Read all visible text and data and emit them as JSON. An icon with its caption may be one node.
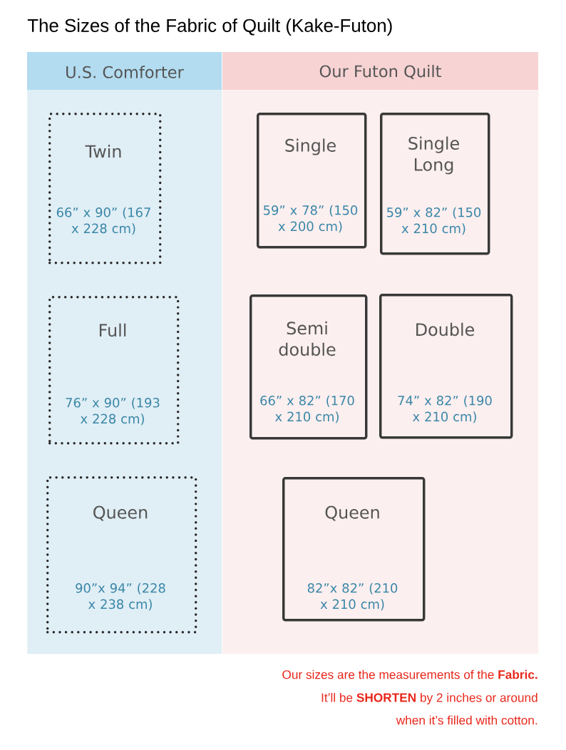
{
  "diagram": {
    "title": "The Sizes of the Fabric of Quilt (Kake-Futon)",
    "nodes": [
      {
        "text": [
          "U.S. Comforter"
        ]
      },
      {
        "text": [
          "Our Futon Quilt"
        ]
      },
      {
        "text": [
          "Twin",
          "66” x 90” (167 x 228 cm)"
        ],
        "in": 0
      },
      {
        "text": [
          "Full",
          "76” x 90” (193 x 228 cm)"
        ],
        "in": 0
      },
      {
        "text": [
          "Queen",
          "90”x 94” (228 x 238 cm)"
        ],
        "in": 0
      },
      {
        "text": [
          "Single",
          "59” x 78” (150 x 200 cm)"
        ],
        "in": 1
      },
      {
        "text": [
          "Single Long",
          "59” x 82” (150 x 210 cm)"
        ],
        "in": 1
      },
      {
        "text": [
          "Semi double",
          "66” x 82” (170 x 210 cm)"
        ],
        "in": 1
      },
      {
        "text": [
          "Double",
          "74” x 82” (190 x 210 cm)"
        ],
        "in": 1
      },
      {
        "text": [
          "Queen",
          "82”x 82” (210 x 210 cm)"
        ],
        "in": 1
      }
    ],
    "edges": [],
    "labels": [
      "Our sizes are the measurements of the **Fabric.**",
      "It’ll be **SHORTEN** by 2 inches or around",
      "when it’s filled with cotton."
    ]
  }
}
